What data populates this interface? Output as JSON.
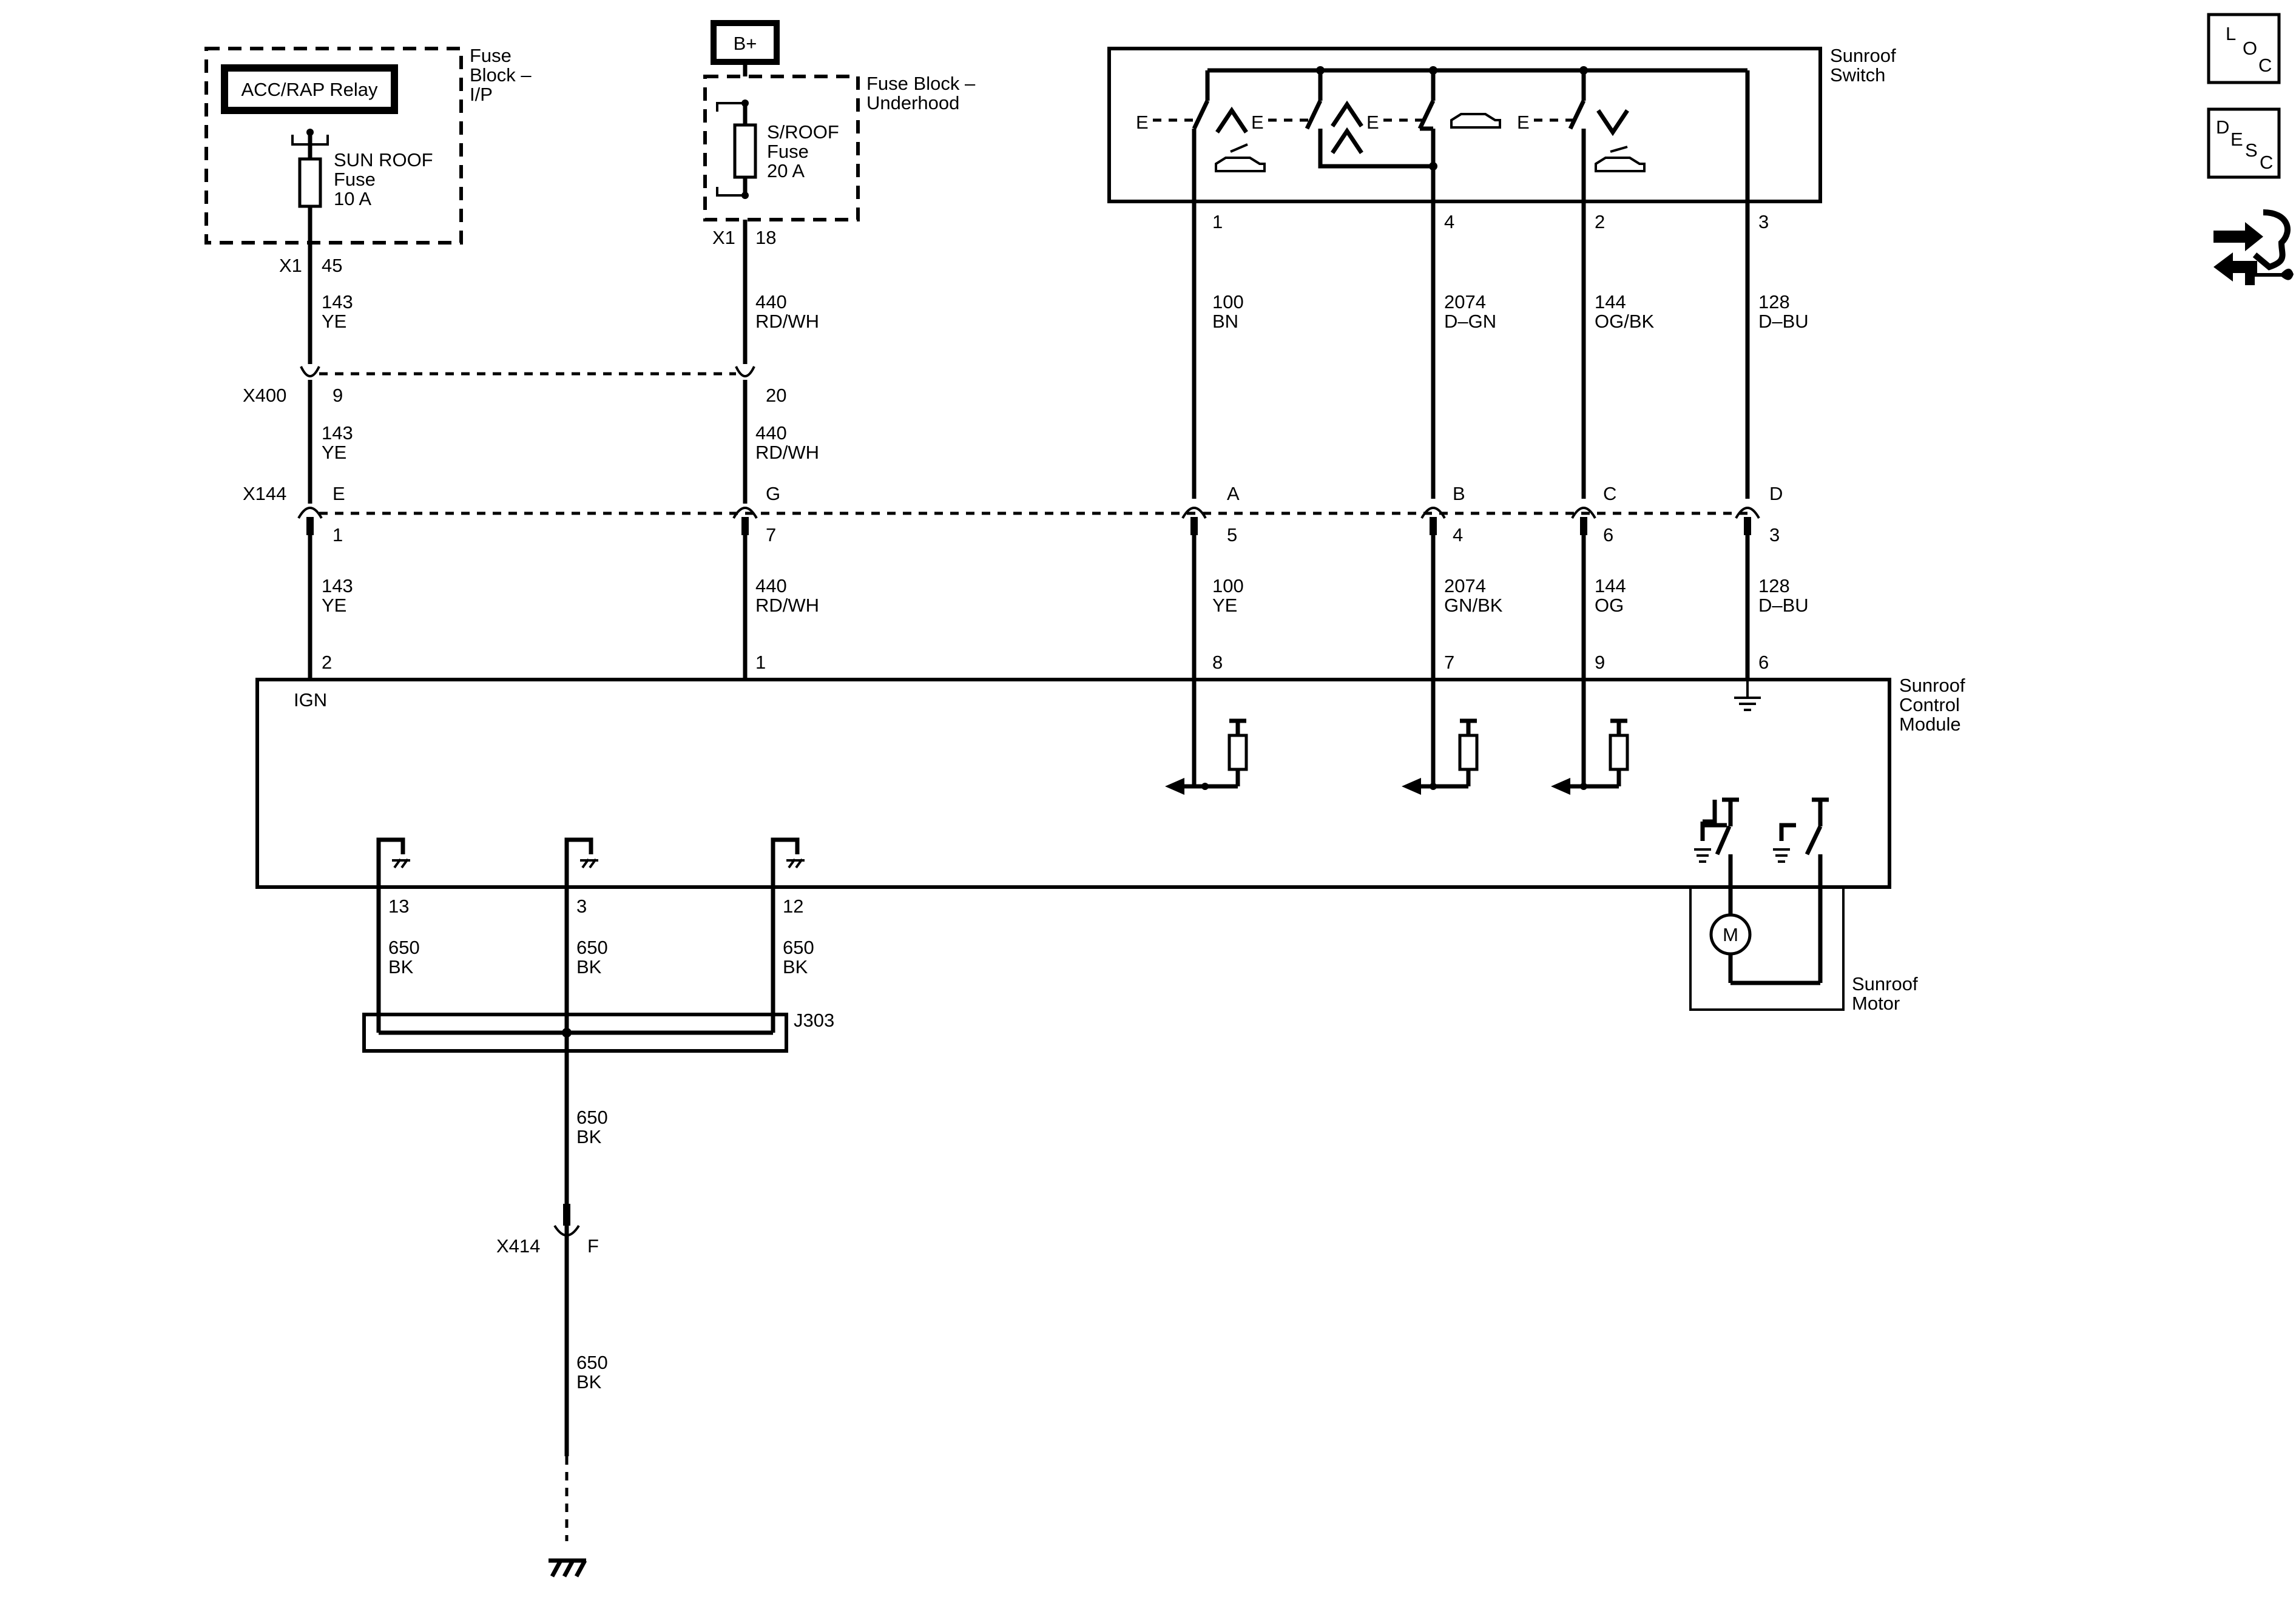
{
  "components": {
    "fuse_block_ip": "Fuse Block – I/P",
    "fuse_block_ip_lines": [
      "Fuse",
      "Block –",
      "I/P"
    ],
    "acc_rap_relay": "ACC/RAP Relay",
    "sunroof_fuse_lines": [
      "SUN ROOF",
      "Fuse",
      "10 A"
    ],
    "battery": "B+",
    "fuse_block_underhood_lines": [
      "Fuse Block –",
      "Underhood"
    ],
    "sroof_fuse_lines": [
      "S/ROOF",
      "Fuse",
      "20 A"
    ],
    "sunroof_switch_lines": [
      "Sunroof",
      "Switch"
    ],
    "sunroof_control_module_lines": [
      "Sunroof",
      "Control",
      "Module"
    ],
    "ign_label": "IGN",
    "sunroof_motor_lines": [
      "Sunroof",
      "Motor"
    ],
    "motor_symbol": "M"
  },
  "connectors": {
    "x1_left": "X1",
    "x1_left_pin": "45",
    "x1_right": "X1",
    "x1_right_pin": "18",
    "x400": "X400",
    "x400_pins": [
      "9",
      "20"
    ],
    "x144": "X144",
    "x144_top_pins": [
      "E",
      "G",
      "A",
      "B",
      "C",
      "D"
    ],
    "x144_bottom_pins": [
      "1",
      "7",
      "5",
      "4",
      "6",
      "3"
    ],
    "switch_pins": [
      "1",
      "4",
      "2",
      "3"
    ],
    "module_top_pins": [
      "2",
      "1",
      "8",
      "7",
      "9",
      "6"
    ],
    "module_bottom_pins": [
      "13",
      "3",
      "12"
    ],
    "splice": "J303",
    "x414": "X414",
    "x414_pin": "F"
  },
  "wires": {
    "w143_ye_a": [
      "143",
      "YE"
    ],
    "w440_rdwh_a": [
      "440",
      "RD/WH"
    ],
    "w100_bn": [
      "100",
      "BN"
    ],
    "w2074_dgn": [
      "2074",
      "D–GN"
    ],
    "w144_ogbk": [
      "144",
      "OG/BK"
    ],
    "w128_dbu_a": [
      "128",
      "D–BU"
    ],
    "w143_ye_b": [
      "143",
      "YE"
    ],
    "w440_rdwh_b": [
      "440",
      "RD/WH"
    ],
    "w143_ye_c": [
      "143",
      "YE"
    ],
    "w440_rdwh_c": [
      "440",
      "RD/WH"
    ],
    "w100_ye": [
      "100",
      "YE"
    ],
    "w2074_gnbk": [
      "2074",
      "GN/BK"
    ],
    "w144_og": [
      "144",
      "OG"
    ],
    "w128_dbu_b": [
      "128",
      "D–BU"
    ],
    "w650_bk_13": [
      "650",
      "BK"
    ],
    "w650_bk_3": [
      "650",
      "BK"
    ],
    "w650_bk_12": [
      "650",
      "BK"
    ],
    "w650_bk_main": [
      "650",
      "BK"
    ],
    "w650_bk_lower": [
      "650",
      "BK"
    ]
  },
  "nav": {
    "loc": [
      "L",
      "O",
      "C"
    ],
    "desc": [
      "D",
      "E",
      "S",
      "C"
    ]
  }
}
